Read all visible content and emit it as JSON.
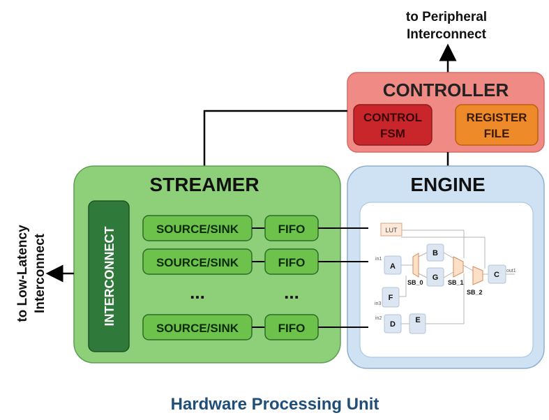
{
  "title": "Hardware Processing Unit",
  "top_label": {
    "line1": "to Peripheral",
    "line2": "Interconnect"
  },
  "side_label": {
    "line1": "to Low-Latency",
    "line2": "Interconnect"
  },
  "controller": {
    "title": "CONTROLLER",
    "fsm": {
      "line1": "CONTROL",
      "line2": "FSM"
    },
    "regfile": {
      "line1": "REGISTER",
      "line2": "FILE"
    }
  },
  "streamer": {
    "title": "STREAMER",
    "interconnect": "INTERCONNECT",
    "source_sink": "SOURCE/SINK",
    "fifo": "FIFO",
    "ellipsis": "..."
  },
  "engine": {
    "title": "ENGINE",
    "lut": "LUT",
    "nodes": {
      "A": "A",
      "B": "B",
      "C": "C",
      "D": "D",
      "E": "E",
      "F": "F",
      "G": "G"
    },
    "switches": {
      "sb0": "SB_0",
      "sb1": "SB_1",
      "sb2": "SB_2"
    },
    "ports": {
      "in1": "in1",
      "in2": "in2",
      "in3": "in3",
      "out1": "out1"
    }
  },
  "colors": {
    "controller_fill": "#f08a84",
    "fsm_fill": "#c8262b",
    "regfile_fill": "#ef8a2a",
    "streamer_fill": "#8ed07a",
    "interconnect_fill": "#2f7a3a",
    "block_fill": "#6cc24a",
    "engine_fill": "#cfe2f3",
    "title_color": "#1f4e79"
  }
}
